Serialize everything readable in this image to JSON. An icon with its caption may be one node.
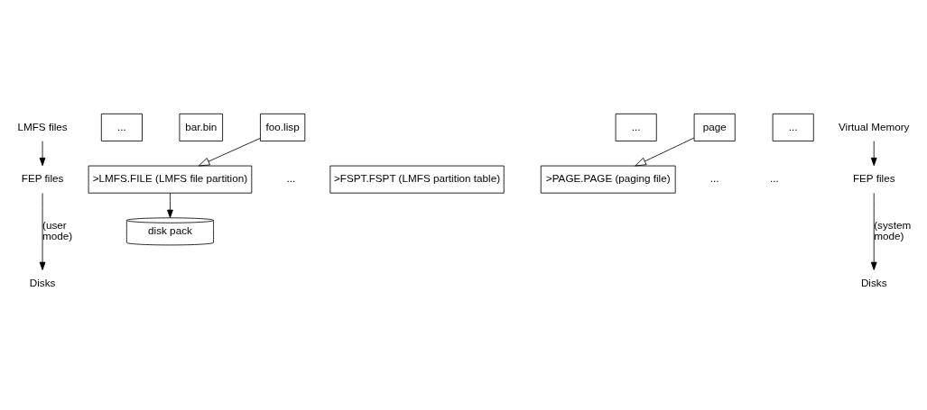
{
  "diagram": {
    "nodes": [
      {
        "text": [
          "LMFS files"
        ]
      },
      {
        "text": [
          "FEP files"
        ]
      },
      {
        "text": [
          "Disks"
        ]
      },
      {
        "text": [
          "..."
        ]
      },
      {
        "text": [
          "bar.bin"
        ]
      },
      {
        "text": [
          "foo.lisp"
        ]
      },
      {
        "text": [
          "..."
        ]
      },
      {
        "text": [
          "page"
        ]
      },
      {
        "text": [
          "..."
        ]
      },
      {
        "text": [
          ">PAGE.PAGE (paging file)"
        ]
      },
      {
        "text": [
          ">FSPT.FSPT (LMFS partition table)"
        ]
      },
      {
        "text": [
          ">LMFS.FILE (LMFS file partition)"
        ]
      },
      {
        "text": [
          "disk pack"
        ]
      },
      {
        "text": [
          "Virtual Memory"
        ]
      },
      {
        "text": [
          "FEP files"
        ]
      },
      {
        "text": [
          "Disks"
        ]
      }
    ],
    "edges": [
      {
        "from": 0,
        "to": 1,
        "arrow": "to"
      },
      {
        "from": 1,
        "to": 2,
        "arrow": "to",
        "label": "(user mode)"
      },
      {
        "from": 5,
        "to": 11,
        "arrow": "to"
      },
      {
        "from": 7,
        "to": 9,
        "arrow": "to"
      },
      {
        "from": 11,
        "to": 12,
        "arrow": "to"
      },
      {
        "from": 13,
        "to": 14,
        "arrow": "to"
      },
      {
        "from": 14,
        "to": 15,
        "arrow": "to",
        "label": "(system mode)"
      }
    ],
    "labels": [
      "...",
      "...",
      "..."
    ]
  }
}
